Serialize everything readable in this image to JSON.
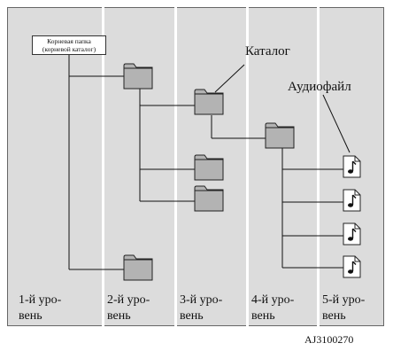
{
  "root": {
    "line1": "Корневая папка",
    "line2": "(корневой каталог)"
  },
  "callouts": {
    "catalog": "Каталог",
    "audio_file": "Аудиофайл"
  },
  "levels": [
    {
      "line1": "1-й уро-",
      "line2": "вень"
    },
    {
      "line1": "2-й уро-",
      "line2": "вень"
    },
    {
      "line1": "3-й уро-",
      "line2": "вень"
    },
    {
      "line1": "4-й уро-",
      "line2": "вень"
    },
    {
      "line1": "5-й уро-",
      "line2": "вень"
    }
  ],
  "figure_code": "AJ3100270",
  "icons": {
    "folder": "folder-icon",
    "audio": "music-note-icon"
  },
  "colors": {
    "background": "#dcdcdc",
    "folder_fill": "#b3b3b3",
    "divider": "#ffffff",
    "line": "#111111"
  }
}
